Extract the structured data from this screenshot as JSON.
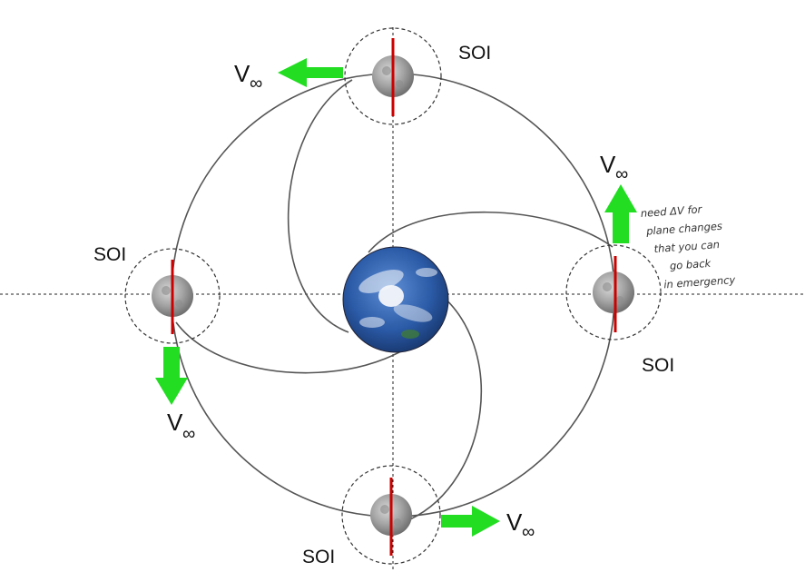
{
  "labels": {
    "soi": "SOI",
    "v": "V",
    "infinity": "∞"
  },
  "note_lines": [
    "need ΔV for",
    "plane changes",
    "that you can",
    "go back",
    "in emergency"
  ],
  "colors": {
    "velocity_arrow": "#22dd22",
    "soi_line": "#cc0000",
    "orbit": "#555555",
    "earth_ocean": "#2b5aa6",
    "moon": "#9a9a9a"
  }
}
